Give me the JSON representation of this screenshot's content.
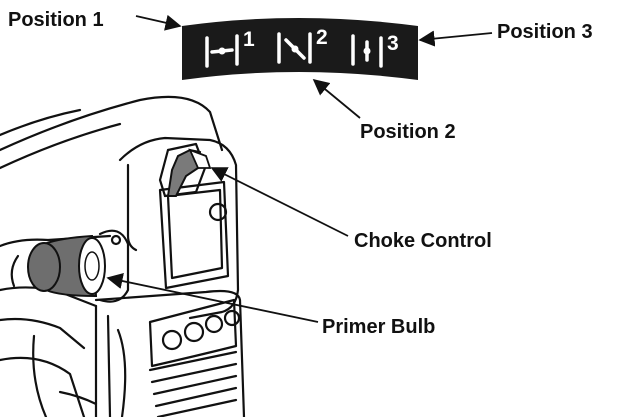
{
  "labels": {
    "position_1": "Position 1",
    "position_2": "Position 2",
    "position_3": "Position 3",
    "choke_control": "Choke Control",
    "primer_bulb": "Primer Bulb"
  },
  "badge": {
    "numbers": [
      "1",
      "2",
      "3"
    ],
    "icons": [
      "choke-open-icon",
      "choke-half-icon",
      "choke-closed-icon"
    ],
    "background_color": "#1a1a1a",
    "symbol_color": "#ffffff"
  },
  "colors": {
    "line": "#111111",
    "primer_bulb_fill": "#6e6e6e",
    "choke_lever_fill": "#7a7a7a"
  }
}
